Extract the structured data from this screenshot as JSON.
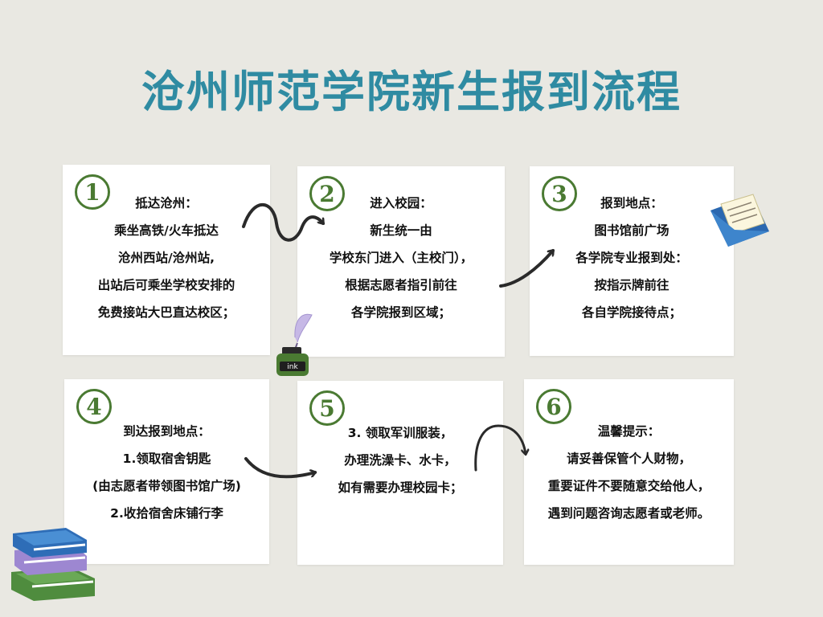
{
  "title": "沧州师范学院新生报到流程",
  "steps": [
    {
      "num": "1",
      "lines": [
        "抵达沧州：",
        "乘坐高铁/火车抵达",
        "沧州西站/沧州站,",
        "出站后可乘坐学校安排的",
        "免费接站大巴直达校区；"
      ]
    },
    {
      "num": "2",
      "lines": [
        "进入校园：",
        "新生统一由",
        "学校东门进入（主校门），",
        "根据志愿者指引前往",
        "各学院报到区域；"
      ]
    },
    {
      "num": "3",
      "lines": [
        "报到地点：",
        "图书馆前广场",
        "各学院专业报到处：",
        "按指示牌前往",
        "各自学院接待点；"
      ]
    },
    {
      "num": "4",
      "lines": [
        "到达报到地点：",
        "1.领取宿舍钥匙",
        "(由志愿者带领图书馆广场)",
        "2.收拾宿舍床铺行李"
      ]
    },
    {
      "num": "5",
      "lines": [
        "3. 领取军训服装，",
        "办理洗澡卡、水卡，",
        "如有需要办理校园卡；"
      ]
    },
    {
      "num": "6",
      "lines": [
        "温馨提示：",
        "请妥善保管个人财物，",
        "重要证件不要随意交给他人，",
        "遇到问题咨询志愿者或老师。"
      ]
    }
  ],
  "ink_label": "ink",
  "colors": {
    "title": "#2f8ba2",
    "number": "#4a7a32",
    "background": "#e9e8e2"
  }
}
